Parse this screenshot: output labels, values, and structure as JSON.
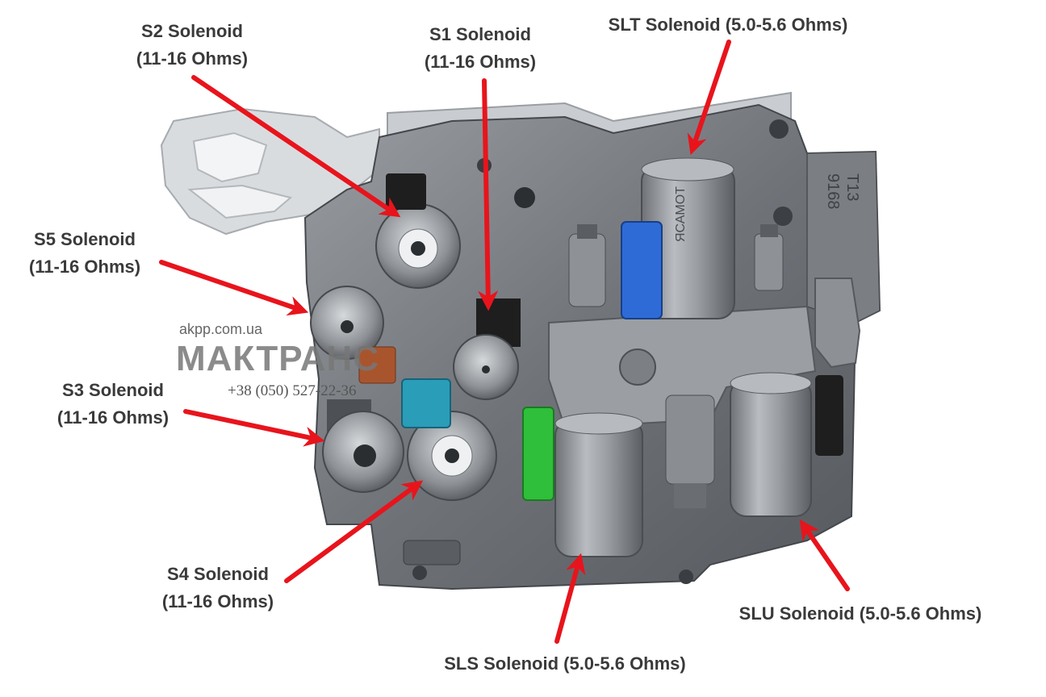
{
  "labels": {
    "s2": {
      "name": "S2 Solenoid",
      "spec": "(11-16 Ohms)"
    },
    "s1": {
      "name": "S1 Solenoid",
      "spec": "(11-16 Ohms)"
    },
    "slt": {
      "name": "SLT Solenoid (5.0-5.6 Ohms)"
    },
    "s5": {
      "name": "S5 Solenoid",
      "spec": "(11-16 Ohms)"
    },
    "s3": {
      "name": "S3 Solenoid",
      "spec": "(11-16 Ohms)"
    },
    "s4": {
      "name": "S4 Solenoid",
      "spec": "(11-16 Ohms)"
    },
    "sls": {
      "name": "SLS Solenoid (5.0-5.6 Ohms)"
    },
    "slu": {
      "name": "SLU Solenoid (5.0-5.6 Ohms)"
    }
  },
  "watermark": {
    "site": "akpp.com.ua",
    "brand": "МАКТРАНС",
    "phone": "+38 (050) 527-22-36"
  },
  "casting_marks": {
    "part": "T13",
    "number": "9168",
    "vertical": "ЯСАМОТ"
  },
  "colors": {
    "arrow": "#e8141c",
    "label_text": "#3a3a3a",
    "metal_dark": "#5d6166",
    "metal_mid": "#8a8e93",
    "metal_light": "#c9ccd0",
    "plate": "#d9dcdf",
    "connector_blue": "#2e6bd6",
    "connector_teal": "#2a9db8",
    "connector_green": "#2fbf3a",
    "connector_brown": "#a8552e",
    "connector_black": "#1e1e1e"
  }
}
